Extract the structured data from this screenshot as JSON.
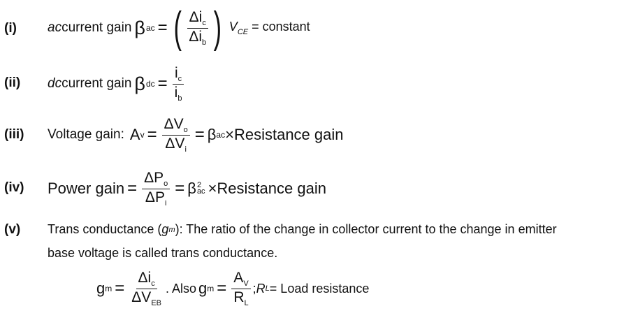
{
  "items": [
    {
      "num": "(i)",
      "prefix_italic": "ac",
      "prefix": " current gain",
      "symbol_sub": "ac",
      "numerator": "Δi",
      "numerator_sub": "c",
      "denominator": "Δi",
      "denominator_sub": "b",
      "cond_var": "V",
      "cond_sub": "CE",
      "cond_rest": " = constant"
    },
    {
      "num": "(ii)",
      "prefix_italic": "dc",
      "prefix": " current gain",
      "symbol_sub": "dc",
      "numerator": "i",
      "numerator_sub": "c",
      "denominator": "i",
      "denominator_sub": "b"
    },
    {
      "num": "(iii)",
      "prefix": "Voltage gain:",
      "lhs": "A",
      "lhs_sub": "v",
      "numerator": "ΔV",
      "numerator_sub": "o",
      "denominator": "ΔV",
      "denominator_sub": "i",
      "beta_sub": "ac",
      "rest": "×Resistance gain"
    },
    {
      "num": "(iv)",
      "prefix": "Power gain",
      "numerator": "ΔP",
      "numerator_sub": "o",
      "denominator": "ΔP",
      "denominator_sub": "i",
      "beta_sup": "2",
      "beta_sub": "ac",
      "rest": "×Resistance gain"
    },
    {
      "num": "(v)",
      "line1_a": "Trans conductance (",
      "line1_var": "g",
      "line1_var_sub": "m",
      "line1_b": "): The ratio of the change in collector current to the change in emitter",
      "line2": "base voltage is called trans conductance.",
      "g": "g",
      "g_sub": "m",
      "numerator": "Δi",
      "numerator_sub": "c",
      "denominator": "ΔV",
      "denominator_sub": "EB",
      "also": ". Also",
      "numerator2": "A",
      "numerator2_sub": "V",
      "denominator2": "R",
      "denominator2_sub": "L",
      "rl_var": "R",
      "rl_sub": "L",
      "rl_rest": " = Load resistance"
    }
  ],
  "symbols": {
    "beta": "β",
    "equals": "=",
    "lparen": "(",
    "rparen": ")",
    "semicolon": "; "
  }
}
